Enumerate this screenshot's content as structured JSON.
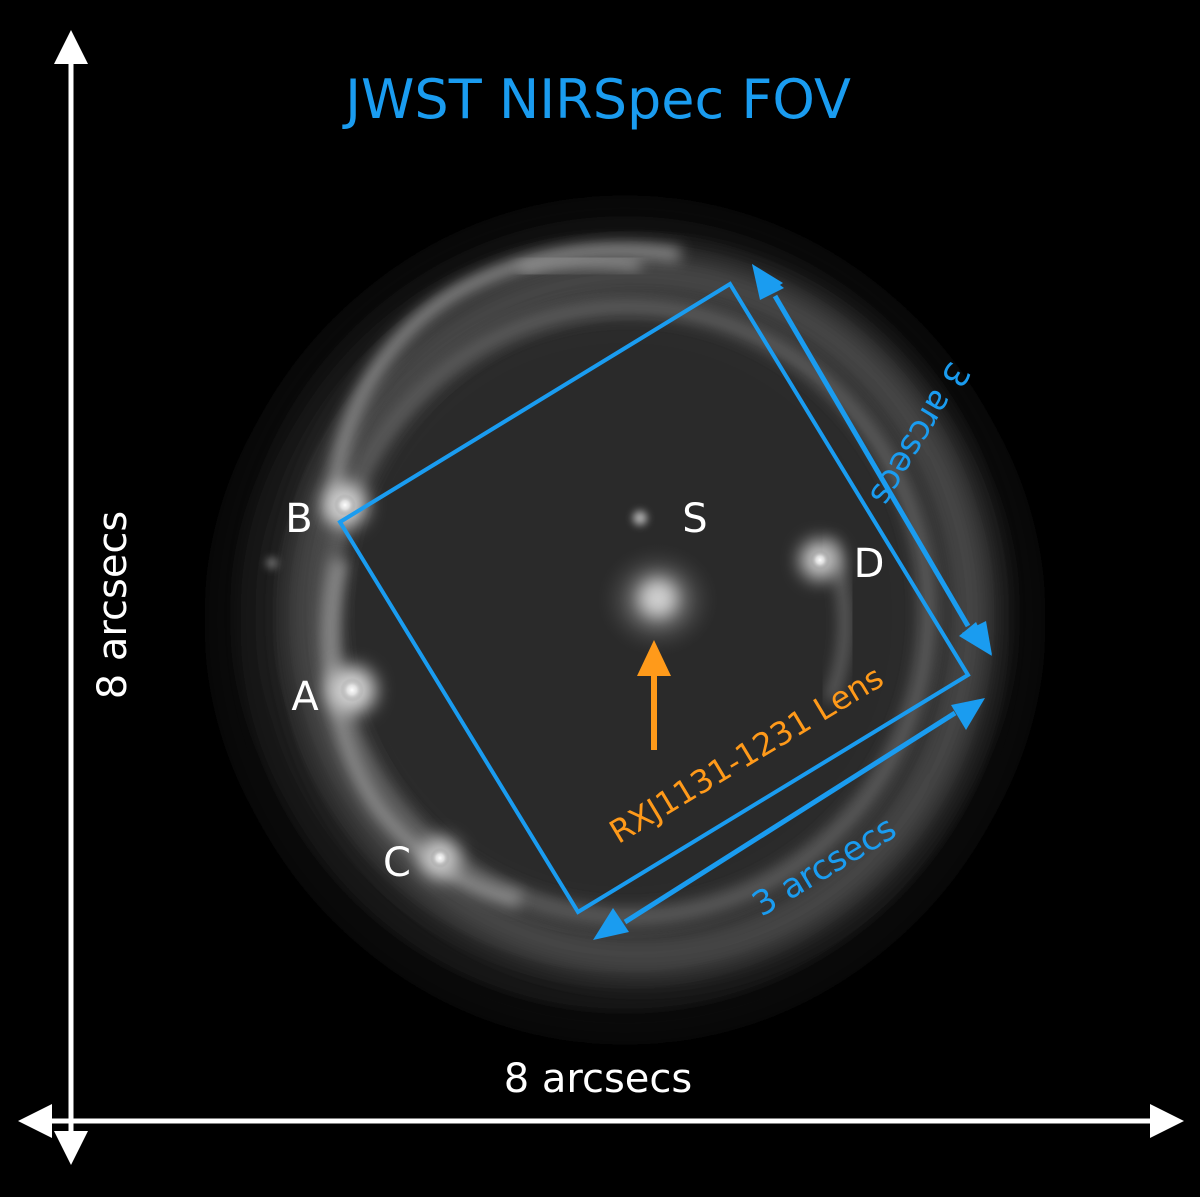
{
  "title": "JWST NIRSpec FOV",
  "axes": {
    "vertical_label": "8 arcsecs",
    "horizontal_label": "8 arcsecs"
  },
  "fov": {
    "side_label_right": "3 arcsecs",
    "side_label_bottom": "3 arcsecs"
  },
  "lens": {
    "label": "RXJ1131-1231 Lens"
  },
  "images": {
    "A": "A",
    "B": "B",
    "C": "C",
    "D": "D",
    "S": "S"
  },
  "colors": {
    "background": "#000000",
    "accent_blue": "#1a9cf0",
    "lens_orange": "#ff9a1a",
    "axis_white": "#ffffff"
  }
}
